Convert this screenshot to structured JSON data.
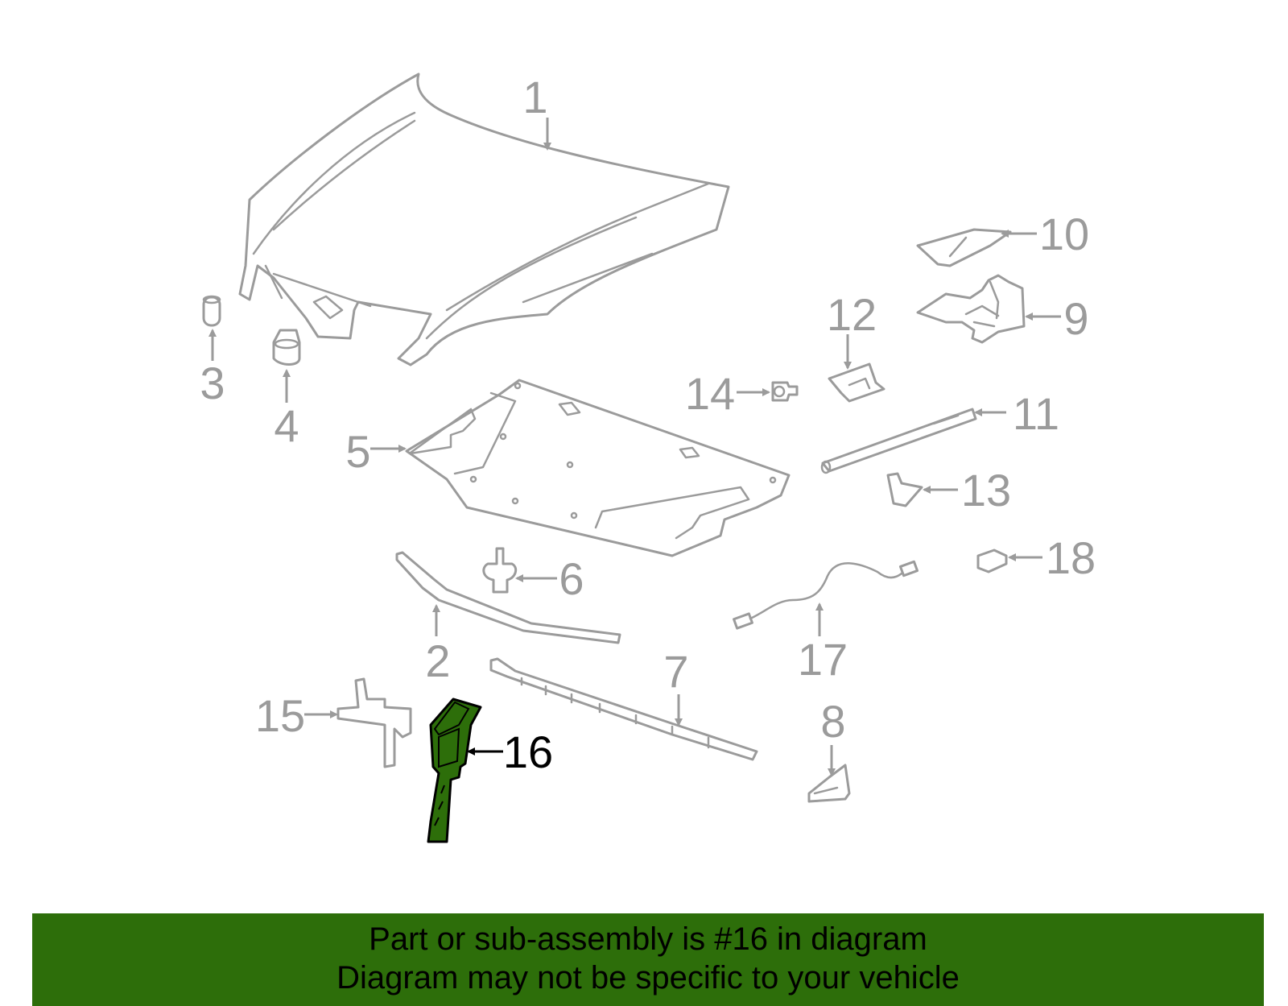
{
  "callouts": {
    "c1": "1",
    "c2": "2",
    "c3": "3",
    "c4": "4",
    "c5": "5",
    "c6": "6",
    "c7": "7",
    "c8": "8",
    "c9": "9",
    "c10": "10",
    "c11": "11",
    "c12": "12",
    "c13": "13",
    "c14": "14",
    "c15": "15",
    "c16": "16",
    "c17": "17",
    "c18": "18"
  },
  "highlighted_part": "16",
  "colors": {
    "highlight": "#2d6e0a",
    "line": "#9b9b9b",
    "banner": "#2d6e0a"
  },
  "footer": {
    "line1": "Part or sub-assembly is #16 in diagram",
    "line2": "Diagram may not be specific to your vehicle"
  }
}
